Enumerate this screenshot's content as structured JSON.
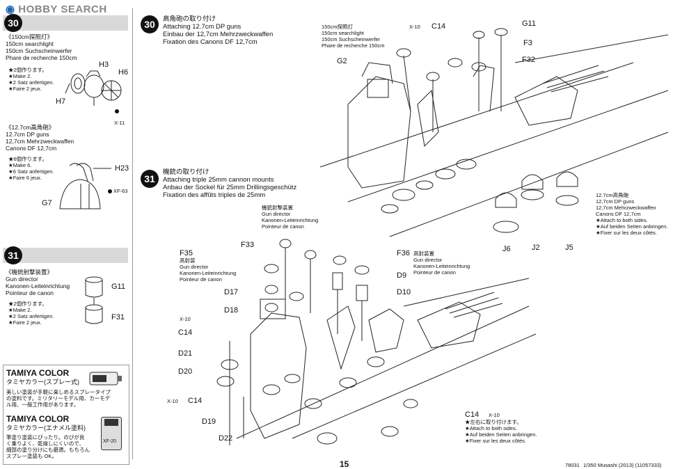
{
  "header": {
    "logo_main": "HOBBY",
    "logo_search": "SEARCH"
  },
  "side": {
    "s30": {
      "number": "30",
      "sub1": {
        "title_jp": "《150cm探照灯》",
        "title_en": "150cm searchlight",
        "title_de": "150cm Suchscheinwerfer",
        "title_fr": "Phare de recherche 150cm",
        "make_jp": "★2個作ります。",
        "make_en": "★Make 2.",
        "make_de": "★2 Satz anfertigen.",
        "make_fr": "★Faire 2 jeux.",
        "parts": [
          "H3",
          "H6",
          "H7"
        ],
        "paint": "X-11"
      },
      "sub2": {
        "title_jp": "《12.7cm高角砲》",
        "title_en": "12.7cm DP guns",
        "title_de": "12,7cm Mehrzweckwaffen",
        "title_fr": "Canons DF 12,7cm",
        "make_jp": "★6個作ります。",
        "make_en": "★Make 6.",
        "make_de": "★6 Satz anfertigen.",
        "make_fr": "★Faire 6 jeux.",
        "parts": [
          "H23",
          "G7"
        ],
        "paint": "XF-63"
      }
    },
    "s31": {
      "number": "31",
      "title_jp": "《機銃射撃装置》",
      "title_en": "Gun director",
      "title_de": "Kanonen-Leiteinrichtung",
      "title_fr": "Pointeur de canon",
      "make_jp": "★2個作ります。",
      "make_en": "★Make 2.",
      "make_de": "★2 Satz anfertigen.",
      "make_fr": "★Faire 2 jeux.",
      "parts": [
        "G11",
        "F31"
      ]
    },
    "tamiya": {
      "spray_title": "TAMIYA COLOR",
      "spray_sub": "タミヤカラー(スプレー式)",
      "spray_text1": "美しい塗装が手軽に楽しめるスプレータイプ",
      "spray_text2": "の塗料です。ミリタリーモデル用、カーモデ",
      "spray_text3": "ル用、一般工作用があります。",
      "enamel_title": "TAMIYA COLOR",
      "enamel_sub": "タミヤカラー(エナメル塗料)",
      "enamel_text1": "筆塗り塗装にぴったり。のびが良",
      "enamel_text2": "く乗りよく、乾燥しにくいので、",
      "enamel_text3": "細部の塗り分けにも最適。もちろん",
      "enamel_text4": "スプレー塗装も OK。",
      "bottle_label": "XF-20"
    }
  },
  "main": {
    "step30": {
      "number": "30",
      "title_jp": "高角砲の取り付け",
      "title_en": "Attaching 12.7cm DP guns",
      "title_de": "Einbau der 12,7cm Mehrzweckwaffen",
      "title_fr": "Fixation des Canons DF 12,7cm",
      "searchlight_jp": "150cm探照灯",
      "searchlight_en": "150cm searchlight",
      "searchlight_de": "150cm Suchscheinwerfer",
      "searchlight_fr": "Phare de recherche 150cm",
      "paint_code": "X-10",
      "parts": {
        "c14": "C14",
        "g11": "G11",
        "f3": "F3",
        "g2": "G2",
        "f32": "F32",
        "j6": "J6",
        "j2": "J2",
        "j5": "J5"
      },
      "dp_jp": "12.7cm高角砲",
      "dp_en": "12,7cm DP guns",
      "dp_de": "12,7cm Mehrzweckwaffen",
      "dp_fr": "Canons DF 12,7cm",
      "dp_note1": "★Attach to both sides.",
      "dp_note2": "★Auf beiden Seiten anbringen.",
      "dp_note3": "★Fixer sur les deux côtés."
    },
    "step31": {
      "number": "31",
      "title_jp": "機銃の取り付け",
      "title_en": "Attaching triple 25mm cannon mounts",
      "title_de": "Anbau der Sockel für 25mm Drillingsgeschütz",
      "title_fr": "Fixation des affûts triples de 25mm",
      "dir1_jp": "機銃射撃装置",
      "dir1_en": "Gun director",
      "dir1_de": "Kanonen-Leiteinrichtung",
      "dir1_fr": "Pointeur de canon",
      "dir2_jp": "高射装",
      "dir2_en": "Gun director",
      "dir2_de": "Kanonen-Leiteinrichtung",
      "dir2_fr": "Pointeur de canon",
      "dir3_jp": "高射装置",
      "dir3_en": "Gun director",
      "dir3_de": "Kanonen-Leiteinrichtung",
      "dir3_fr": "Pointeur de canon",
      "paint_code": "X-10",
      "parts": {
        "f35": "F35",
        "f33": "F33",
        "f36": "F36",
        "d9": "D9",
        "d10": "D10",
        "d17": "D17",
        "d18": "D18",
        "c14a": "C14",
        "d21": "D21",
        "d20": "D20",
        "c14b": "C14",
        "d19": "D19",
        "d22": "D22",
        "c14c": "C14"
      },
      "side_jp": "★左右に取り付けます。",
      "side_en": "★Attach to both sides.",
      "side_de": "★Auf beiden Seiten anbringen.",
      "side_fr": "★Fixer sur les deux côtés."
    }
  },
  "footer": {
    "page_number": "15",
    "kit_code": "78031",
    "kit_name": "1/350 Musashi (2013) (11057333)"
  }
}
